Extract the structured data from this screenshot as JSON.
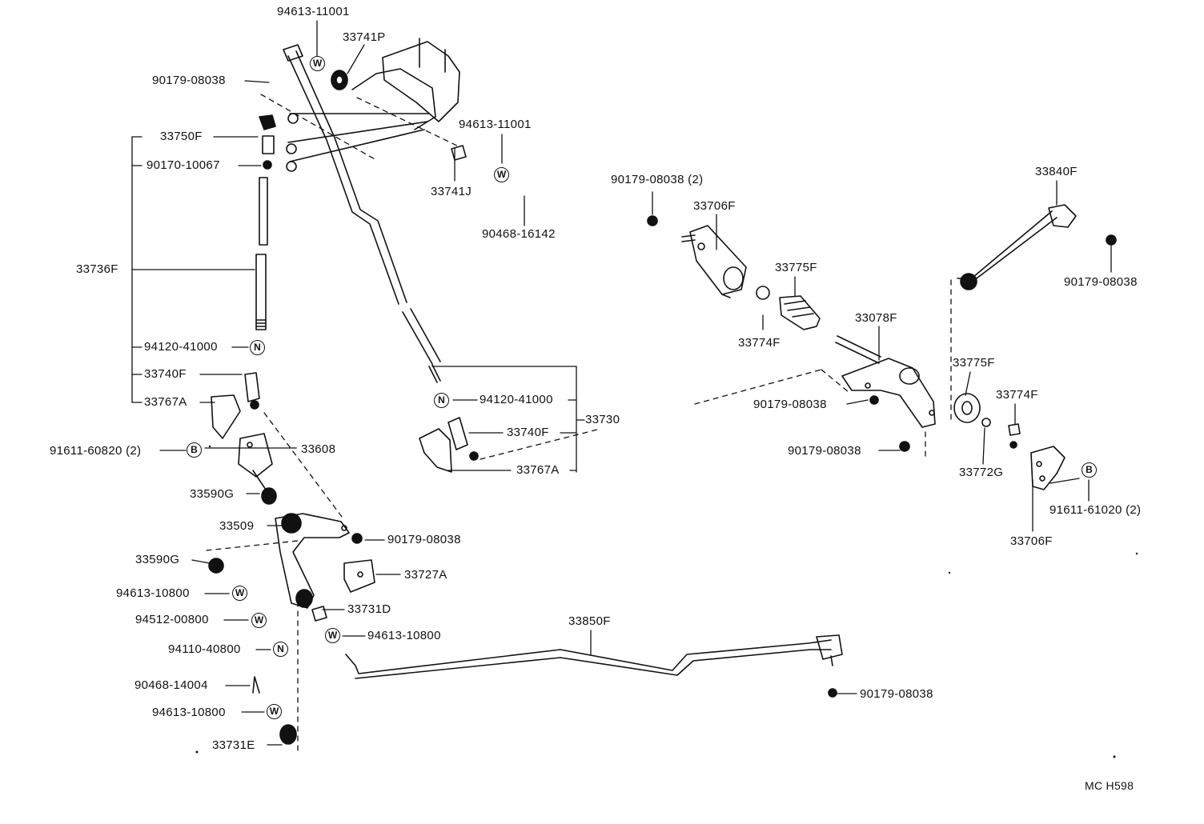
{
  "diagram_title": "",
  "code": "MC H598",
  "symbols": {
    "washer": "W",
    "nut": "N",
    "bolt": "B"
  },
  "parts": {
    "p_94613_11001_top": "94613-11001",
    "p_33741P": "33741P",
    "p_90179_08038_top": "90179-08038",
    "p_33750F": "33750F",
    "p_90170_10067": "90170-10067",
    "p_94613_11001_mid": "94613-11001",
    "p_33741J": "33741J",
    "p_90468_16142": "90468-16142",
    "p_33736F": "33736F",
    "p_94120_41000_left": "94120-41000",
    "p_33740F_left": "33740F",
    "p_33767A_left": "33767A",
    "p_91611_60820": "91611-60820 (2)",
    "p_33608": "33608",
    "p_33590G_a": "33590G",
    "p_33509": "33509",
    "p_90179_08038_lower": "90179-08038",
    "p_33590G_b": "33590G",
    "p_33727A": "33727A",
    "p_94613_10800_a": "94613-10800",
    "p_94512_00800": "94512-00800",
    "p_33731D": "33731D",
    "p_94613_10800_b": "94613-10800",
    "p_94110_40800": "94110-40800",
    "p_90468_14004": "90468-14004",
    "p_94613_10800_c": "94613-10800",
    "p_33731E": "33731E",
    "p_94120_41000_mid": "94120-41000",
    "p_33730": "33730",
    "p_33740F_mid": "33740F",
    "p_33767A_mid": "33767A",
    "p_33850F": "33850F",
    "p_90179_08038_bottom": "90179-08038",
    "p_90179_08038_2": "90179-08038 (2)",
    "p_33706F_top": "33706F",
    "p_33775F_top": "33775F",
    "p_33774F_top": "33774F",
    "p_33078F": "33078F",
    "p_33840F": "33840F",
    "p_90179_08038_right": "90179-08038",
    "p_90179_08038_r1": "90179-08038",
    "p_90179_08038_r2": "90179-08038",
    "p_33775F_right": "33775F",
    "p_33774F_right": "33774F",
    "p_33772G": "33772G",
    "p_91611_61020": "91611-61020 (2)",
    "p_33706F_bottom": "33706F"
  }
}
